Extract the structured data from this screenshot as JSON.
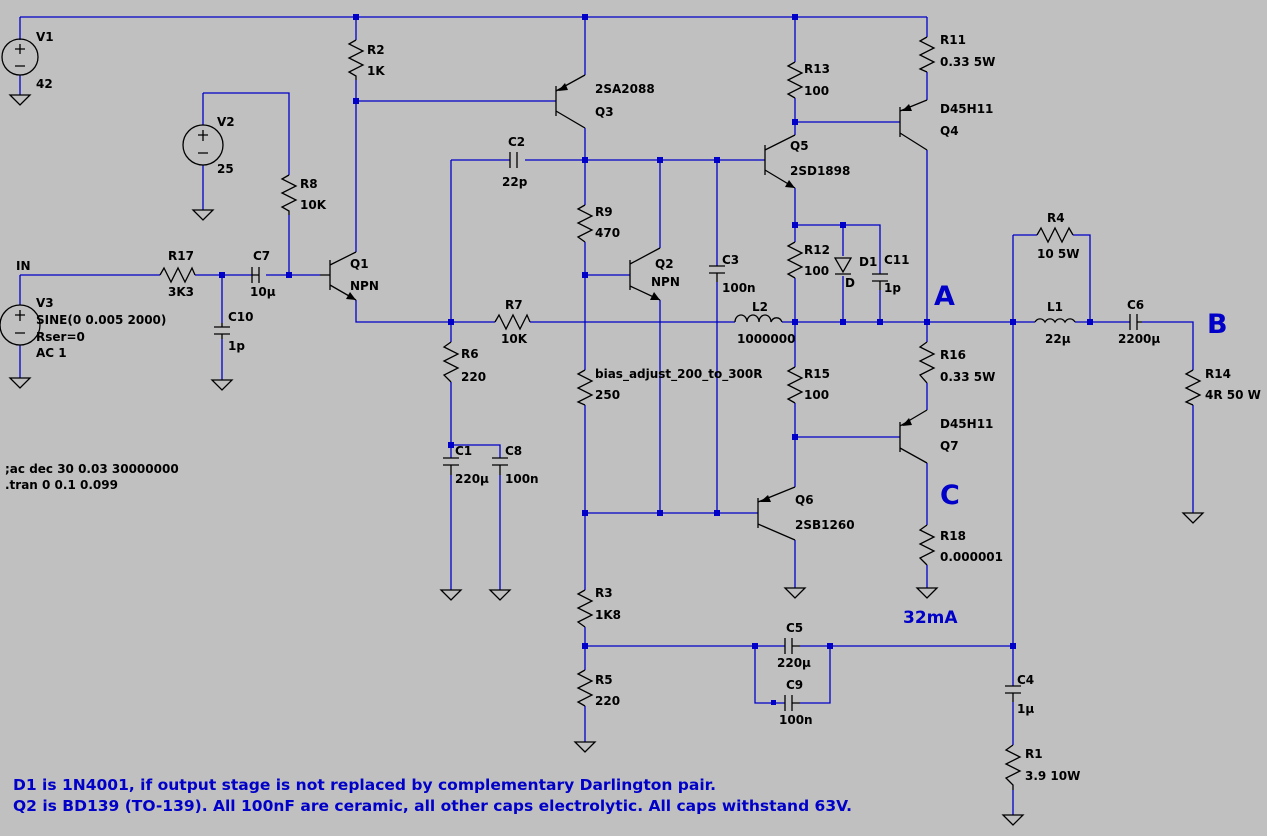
{
  "labels": {
    "V1": "V1",
    "V1v": "42",
    "V2": "V2",
    "V2v": "25",
    "V3": "V3",
    "V3l1": "SINE(0 0.005 2000)",
    "V3l2": "Rser=0",
    "V3l3": "AC 1",
    "IN": "IN",
    "R2": "R2",
    "R2v": "1K",
    "R8": "R8",
    "R8v": "10K",
    "R17": "R17",
    "R17v": "3K3",
    "C7": "C7",
    "C7v": "10µ",
    "C10": "C10",
    "C10v": "1p",
    "Q1": "Q1",
    "Q1v": "NPN",
    "Q3": "Q3",
    "Q3v": "2SA2088",
    "C2": "C2",
    "C2v": "22p",
    "R9": "R9",
    "R9v": "470",
    "Q2": "Q2",
    "Q2v": "NPN",
    "C3": "C3",
    "C3v": "100n",
    "R7": "R7",
    "R7v": "10K",
    "R6": "R6",
    "R6v": "220",
    "C1": "C1",
    "C1v": "220µ",
    "C8": "C8",
    "C8v": "100n",
    "RB": "bias_adjust_200_to_300R",
    "RBv": "250",
    "R3": "R3",
    "R3v": "1K8",
    "R5": "R5",
    "R5v": "220",
    "C5": "C5",
    "C5v": "220µ",
    "C9": "C9",
    "C9v": "100n",
    "R13": "R13",
    "R13v": "100",
    "Q5": "Q5",
    "Q5v": "2SD1898",
    "R12": "R12",
    "R12v": "100",
    "D1": "D1",
    "D1v": "D",
    "C11": "C11",
    "C11v": "1p",
    "L2": "L2",
    "L2v": "1000000",
    "R15": "R15",
    "R15v": "100",
    "Q6": "Q6",
    "Q6v": "2SB1260",
    "R11": "R11",
    "R11v": "0.33 5W",
    "Q4": "Q4",
    "Q4v": "D45H11",
    "R16": "R16",
    "R16v": "0.33 5W",
    "Q7": "Q7",
    "Q7v": "D45H11",
    "R18": "R18",
    "R18v": "0.000001",
    "R4": "R4",
    "R4v": "10 5W",
    "L1": "L1",
    "L1v": "22µ",
    "C6": "C6",
    "C6v": "2200µ",
    "R14": "R14",
    "R14v": "4R 50 W",
    "C4": "C4",
    "C4v": "1µ",
    "R1": "R1",
    "R1v": "3.9 10W"
  },
  "nets": {
    "A": "A",
    "B": "B",
    "C": "C"
  },
  "measurement": "32mA",
  "directives": [
    ";ac dec 30 0.03 30000000",
    ".tran 0 0.1 0.099"
  ],
  "notes": [
    "D1 is 1N4001, if output stage is not replaced by complementary Darlington pair.",
    "Q2 is BD139 (TO-139). All 100nF are ceramic, all other caps electrolytic. All caps withstand 63V."
  ]
}
